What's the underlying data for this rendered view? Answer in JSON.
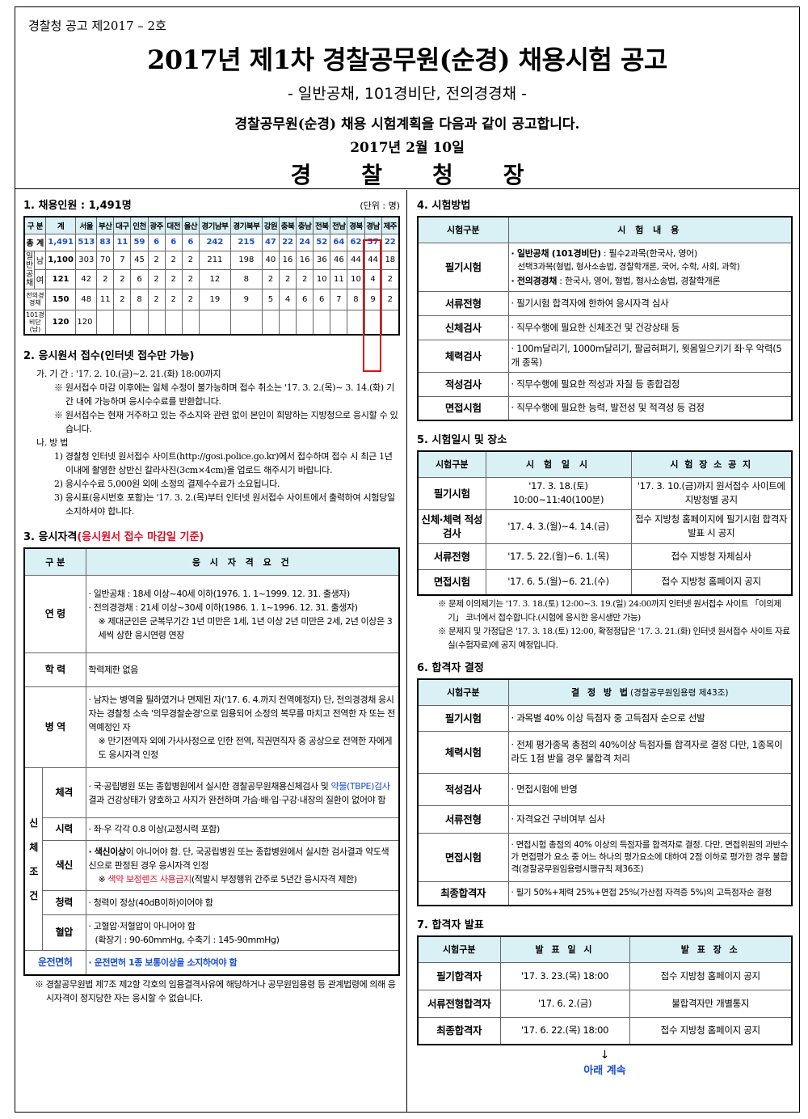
{
  "header": {
    "notice_no": "경찰청 공고  제2017 – 2호",
    "title": "2017년 제1차 경찰공무원(순경) 채용시험 공고",
    "subtitle": "- 일반공채, 101경비단, 전의경경채 -",
    "intro": "경찰공무원(순경) 채용 시험계획을 다음과 같이 공고합니다.",
    "date": "2017년 2월 10일",
    "agency": "경찰청장"
  },
  "s1": {
    "title": "1. 채용인원 : 1,491명",
    "unit": "(단위 : 명)",
    "headers": [
      "구 분",
      "계",
      "서울",
      "부산",
      "대구",
      "인천",
      "광주",
      "대전",
      "울산",
      "경기남부",
      "경기북부",
      "강원",
      "충북",
      "충남",
      "전북",
      "전남",
      "경북",
      "경남",
      "제주"
    ],
    "total": {
      "label": "총 계",
      "values": [
        "1,491",
        "513",
        "83",
        "11",
        "59",
        "6",
        "6",
        "6",
        "242",
        "215",
        "47",
        "22",
        "24",
        "52",
        "64",
        "62",
        "57",
        "22"
      ]
    },
    "rows": [
      {
        "g": "일반공채",
        "sub": "남",
        "values": [
          "1,100",
          "303",
          "70",
          "7",
          "45",
          "2",
          "2",
          "2",
          "211",
          "198",
          "40",
          "16",
          "16",
          "36",
          "46",
          "44",
          "44",
          "18"
        ]
      },
      {
        "g": "",
        "sub": "여",
        "values": [
          "121",
          "42",
          "2",
          "2",
          "6",
          "2",
          "2",
          "2",
          "12",
          "8",
          "2",
          "2",
          "2",
          "10",
          "11",
          "10",
          "4",
          "2"
        ]
      },
      {
        "g": "전의경경채",
        "sub": "",
        "values": [
          "150",
          "48",
          "11",
          "2",
          "8",
          "2",
          "2",
          "2",
          "19",
          "9",
          "5",
          "4",
          "6",
          "6",
          "7",
          "8",
          "9",
          "2"
        ]
      },
      {
        "g": "101경비단(남)",
        "sub": "",
        "values": [
          "120",
          "120",
          "",
          "",
          "",
          "",
          "",
          "",
          "",
          "",
          "",
          "",
          "",
          "",
          "",
          "",
          "",
          ""
        ]
      }
    ]
  },
  "s2": {
    "title": "2. 응시원서 접수(인터넷 접수만 가능)",
    "lines": [
      "가. 기    간 : '17. 2. 10.(금)∼2. 21.(화) 18:00까지",
      "※ 원서접수 마감 이후에는 일체 수정이 불가능하며 접수 취소는 '17. 3. 2.(목)∼ 3. 14.(화) 기간 내에 가능하며 응시수수료를 반환합니다.",
      "※ 원서접수는 현재 거주하고 있는 주소지와 관련 없이 본인이 희망하는 지방청으로 응시할 수 있습니다.",
      "나. 방    법",
      "1) 경찰청 인터넷 원서접수 사이트(http://gosi.police.go.kr)에서 접수하며 접수 시 최근 1년 이내에 촬영한 상반신 칼라사진(3cm×4cm)을 업로드 해주시기 바랍니다.",
      "2) 응시수수료 5,000원 외에 소정의 결제수수료가 소요됩니다.",
      "3) 응시표(응시번호 포함)는 '17. 3. 2.(목)부터 인터넷 원서접수 사이트에서 출력하여 시험당일 소지하셔야 합니다."
    ]
  },
  "s3": {
    "title": "3. 응시자격",
    "title_note": "(응시원서 접수 마감일 기준)",
    "h1": "구 분",
    "h2": "응 시 자 격 요 건",
    "age_label": "연 령",
    "age_1": "· 일반공채 : 18세 이상~40세 이하(1976. 1. 1~1999. 12. 31. 출생자)",
    "age_2": "· 전의경경채 : 21세 이상~30세 이하(1986. 1. 1~1996. 12. 31. 출생자)",
    "age_3": "※ 제대군인은 군복무기간 1년 미만은 1세, 1년 이상 2년 미만은 2세, 2년 이상은 3세씩 상한 응시연령 연장",
    "edu_label": "학 력",
    "edu": "학력제한 없음",
    "mil_label": "병 역",
    "mil_1": "· 남자는 병역을 필하였거나 면제된 자('17. 6. 4.까지 전역예정자) 단, 전의경경채 응시자는 경찰청 소속 '의무경찰순경'으로 임용되어 소정의 복무를 마치고 전역한 자 또는 전역예정인 자",
    "mil_2": "※ 만기전역자 외에 가사사정으로 인한 전역, 직권면직자 중 공상으로 전역한 자에게도 응시자격 인정",
    "body_label": "신 체 조 건",
    "phys_label": "체격",
    "phys_a": "· 국·공립병원 또는 종합병원에서 실시한 경찰공무원채용신체검사 및 ",
    "phys_blue": "약물(TBPE)검사",
    "phys_b": " 결과 건강상태가 양호하고 사지가 완전하며 가슴·배·입·구강·내장의 질환이 없어야 함",
    "vision_label": "시력",
    "vision": "· 좌·우 각각 0.8 이상(교정시력 포함)",
    "color_label": "색신",
    "color_a": "· 색신이상",
    "color_b": "이 아니어야 함. 단, 국공립병원 또는 종합병원에서 실시한 검사결과 약도색신으로 판정된 경우 응시자격 인정",
    "color_c": "※ ",
    "color_red": "색약 보정렌즈 사용금지",
    "color_d": "(적발시 부정행위 간주로 5년간 응시자격 제한)",
    "hear_label": "청력",
    "hear": "· 청력이 정상(40dB이하)이어야 함",
    "bp_label": "혈압",
    "bp_1": "· 고혈압·저혈압이 아니어야 함",
    "bp_2": "(확장기 : 90-60mmHg, 수축기 : 145-90mmHg)",
    "lic_label": "운전면허",
    "lic": "· 운전면허 1종 보통이상을 소지하여야 함",
    "note": "※ 경찰공무원법 제7조 제2항 각호의 임용결격사유에 해당하거나 공무원임용령 등 관계법령에 의해 응시자격이 정지당한 자는 응시할 수 없습니다."
  },
  "s4": {
    "title": "4. 시험방법",
    "h1": "시험구분",
    "h2": "시 험 내 용",
    "rows": [
      {
        "label": "필기시험",
        "a1": "· 일반공채 (101경비단)",
        "a2": " : 필수2과목(한국사, 영어)",
        "a3": "선택3과목(형법, 형사소송법, 경찰학개론, 국어, 수학, 사회, 과학)",
        "b1": "· 전의경경채",
        "b2": " : 한국사, 영어, 형법, 형사소송법, 경찰학개론"
      },
      {
        "label": "서류전형",
        "text": "· 필기시험 합격자에 한하여 응시자격 심사"
      },
      {
        "label": "신체검사",
        "text": "· 직무수행에 필요한 신체조건 및 건강상태 등"
      },
      {
        "label": "체력검사",
        "text": "· 100m달리기, 1000m달리기, 팔굽혀펴기, 윗몸일으키기 좌·우 악력(5개 종목)"
      },
      {
        "label": "적성검사",
        "text": "· 직무수행에 필요한 적성과 자질 등 종합검정"
      },
      {
        "label": "면접시험",
        "text": "· 직무수행에 필요한 능력, 발전성 및 적격성 등 검정"
      }
    ]
  },
  "s5": {
    "title": "5. 시험일시 및 장소",
    "h1": "시험구분",
    "h2": "시 험 일 시",
    "h3": "시 험 장 소 공 지",
    "rows": [
      {
        "label": "필기시험",
        "date": "'17. 3. 18.(토) 10:00~11:40(100분)",
        "place": "'17. 3. 10.(금)까지 원서접수 사이트에 지방청별 공지"
      },
      {
        "label": "신체·체력 적성검사",
        "date": "'17. 4. 3.(월)~4. 14.(금)",
        "place": "접수 지방청 홈페이지에 필기시험 합격자 발표 시 공지"
      },
      {
        "label": "서류전형",
        "date": "'17. 5. 22.(월)~6. 1.(목)",
        "place": "접수 지방청 자체심사"
      },
      {
        "label": "면접시험",
        "date": "'17. 6. 5.(월)~6. 21.(수)",
        "place": "접수 지방청 홈페이지 공지"
      }
    ],
    "notes": [
      "※ 문제 이의제기는 '17. 3. 18.(토) 12:00~3. 19.(일) 24:00까지 인터넷 원서접수 사이트 「이의제기」 코너에서 접수합니다.(시험에 응시한 응시생만 가능)",
      "※ 문제지 및 가정답은 '17. 3. 18.(토) 12:00, 확정정답은 '17. 3. 21.(화) 인터넷 원서접수 사이트 자료실(수험자료)에 공지 예정입니다."
    ]
  },
  "s6": {
    "title": "6. 합격자 결정",
    "h1": "시험구분",
    "h2": "결 정 방 법",
    "h2_note": "(경찰공무원임용령 제43조)",
    "rows": [
      {
        "label": "필기시험",
        "text": "· 과목별 40% 이상 득점자 중 고득점자 순으로 선발"
      },
      {
        "label": "체력시험",
        "text": "· 전체 평가종목 총점의 40%이상 득점자를 합격자로 결정 다만, 1종목이라도 1점 받을 경우 불합격 처리"
      },
      {
        "label": "적성검사",
        "text": "· 면접시험에 반영"
      },
      {
        "label": "서류전형",
        "text": "· 자격요건 구비여부 심사"
      },
      {
        "label": "면접시험",
        "text": "· 면접시험 총점의 40% 이상의 득점자를 합격자로 결정. 다만, 면접위원의 과반수가 면접평가 요소 중 어느 하나의 평가요소에 대하여 2점 이하로 평가한 경우 불합격(경찰공무원임용령시행규칙 제36조)"
      },
      {
        "label": "최종합격자",
        "text": "· 필기 50%+체력 25%+면접 25%(가산점 자격증 5%)의 고득점자순 결정"
      }
    ]
  },
  "s7": {
    "title": "7. 합격자 발표",
    "h1": "시험구분",
    "h2": "발 표 일 시",
    "h3": "발 표 장 소",
    "rows": [
      {
        "label": "필기합격자",
        "date": "'17. 3. 23.(목) 18:00",
        "place": "접수 지방청 홈페이지 공지"
      },
      {
        "label": "서류전형합격자",
        "date": "'17. 6. 2.(금)",
        "place": "불합격자만 개별통지"
      },
      {
        "label": "최종합격자",
        "date": "'17. 6. 22.(목) 18:00",
        "place": "접수 지방청 홈페이지 공지"
      }
    ]
  },
  "footer": {
    "arrow": "↓",
    "continued": "아래 계속"
  }
}
